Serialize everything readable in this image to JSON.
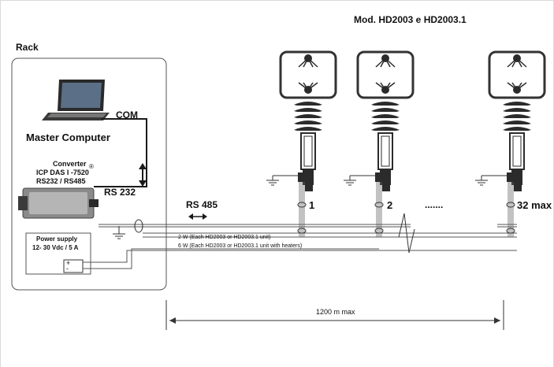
{
  "title": "Mod. HD2003 e HD2003.1",
  "rack": {
    "label": "Rack",
    "computer_label": "Master Computer",
    "com_label": "COM",
    "converter": {
      "title": "Converter",
      "model": "ICP DAS   I -7520",
      "registered_mark": "®",
      "protocols": "RS232 / RS485"
    },
    "rs232_label": "RS 232",
    "power_supply": {
      "title": "Power supply",
      "rating": "12- 30 Vdc / 5 A",
      "plus": "+",
      "minus": "-"
    }
  },
  "bus": {
    "rs485_label": "RS 485",
    "power_note_1": "2 W (Each HD2003 or HD2003.1 unit)",
    "power_note_2": "6 W (Each HD2003 or HD2003.1 unit with heaters)"
  },
  "units": [
    {
      "label": "1"
    },
    {
      "label": "2"
    },
    {
      "label": "32 max"
    }
  ],
  "ellipsis": ".......",
  "distance_label": "1200 m max",
  "colors": {
    "line": "#1a1a1a",
    "frame": "#555555",
    "device": "#2b2b2b"
  }
}
